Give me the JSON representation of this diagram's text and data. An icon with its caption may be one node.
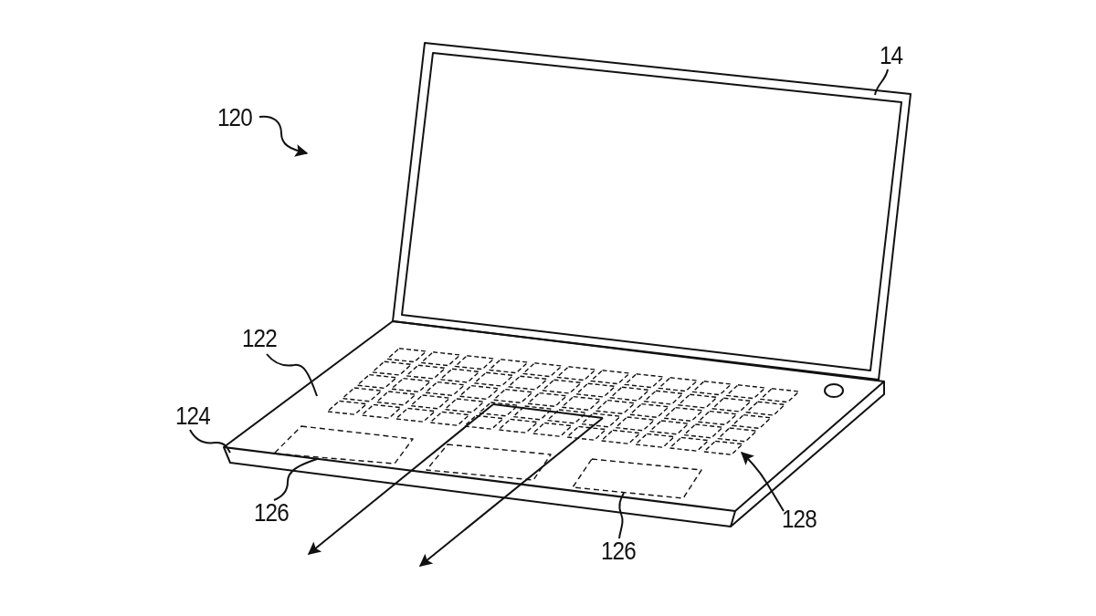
{
  "diagram": {
    "nodes": [
      {
        "text": [
          "120"
        ]
      },
      {
        "text": [
          "14"
        ]
      },
      {
        "text": [
          "122"
        ]
      },
      {
        "text": [
          "124"
        ]
      },
      {
        "text": [
          "126"
        ]
      },
      {
        "text": [
          "126"
        ]
      },
      {
        "text": [
          "128"
        ]
      }
    ],
    "edges": [
      {
        "from": 0,
        "to": null,
        "arrow": "to"
      },
      {
        "from": 1,
        "to": null,
        "arrow": "none"
      },
      {
        "from": 2,
        "to": null,
        "arrow": "none"
      },
      {
        "from": 3,
        "to": null,
        "arrow": "none"
      },
      {
        "from": 4,
        "to": null,
        "arrow": "none"
      },
      {
        "from": 5,
        "to": null,
        "arrow": "none"
      },
      {
        "from": 6,
        "to": null,
        "arrow": "to"
      }
    ]
  }
}
